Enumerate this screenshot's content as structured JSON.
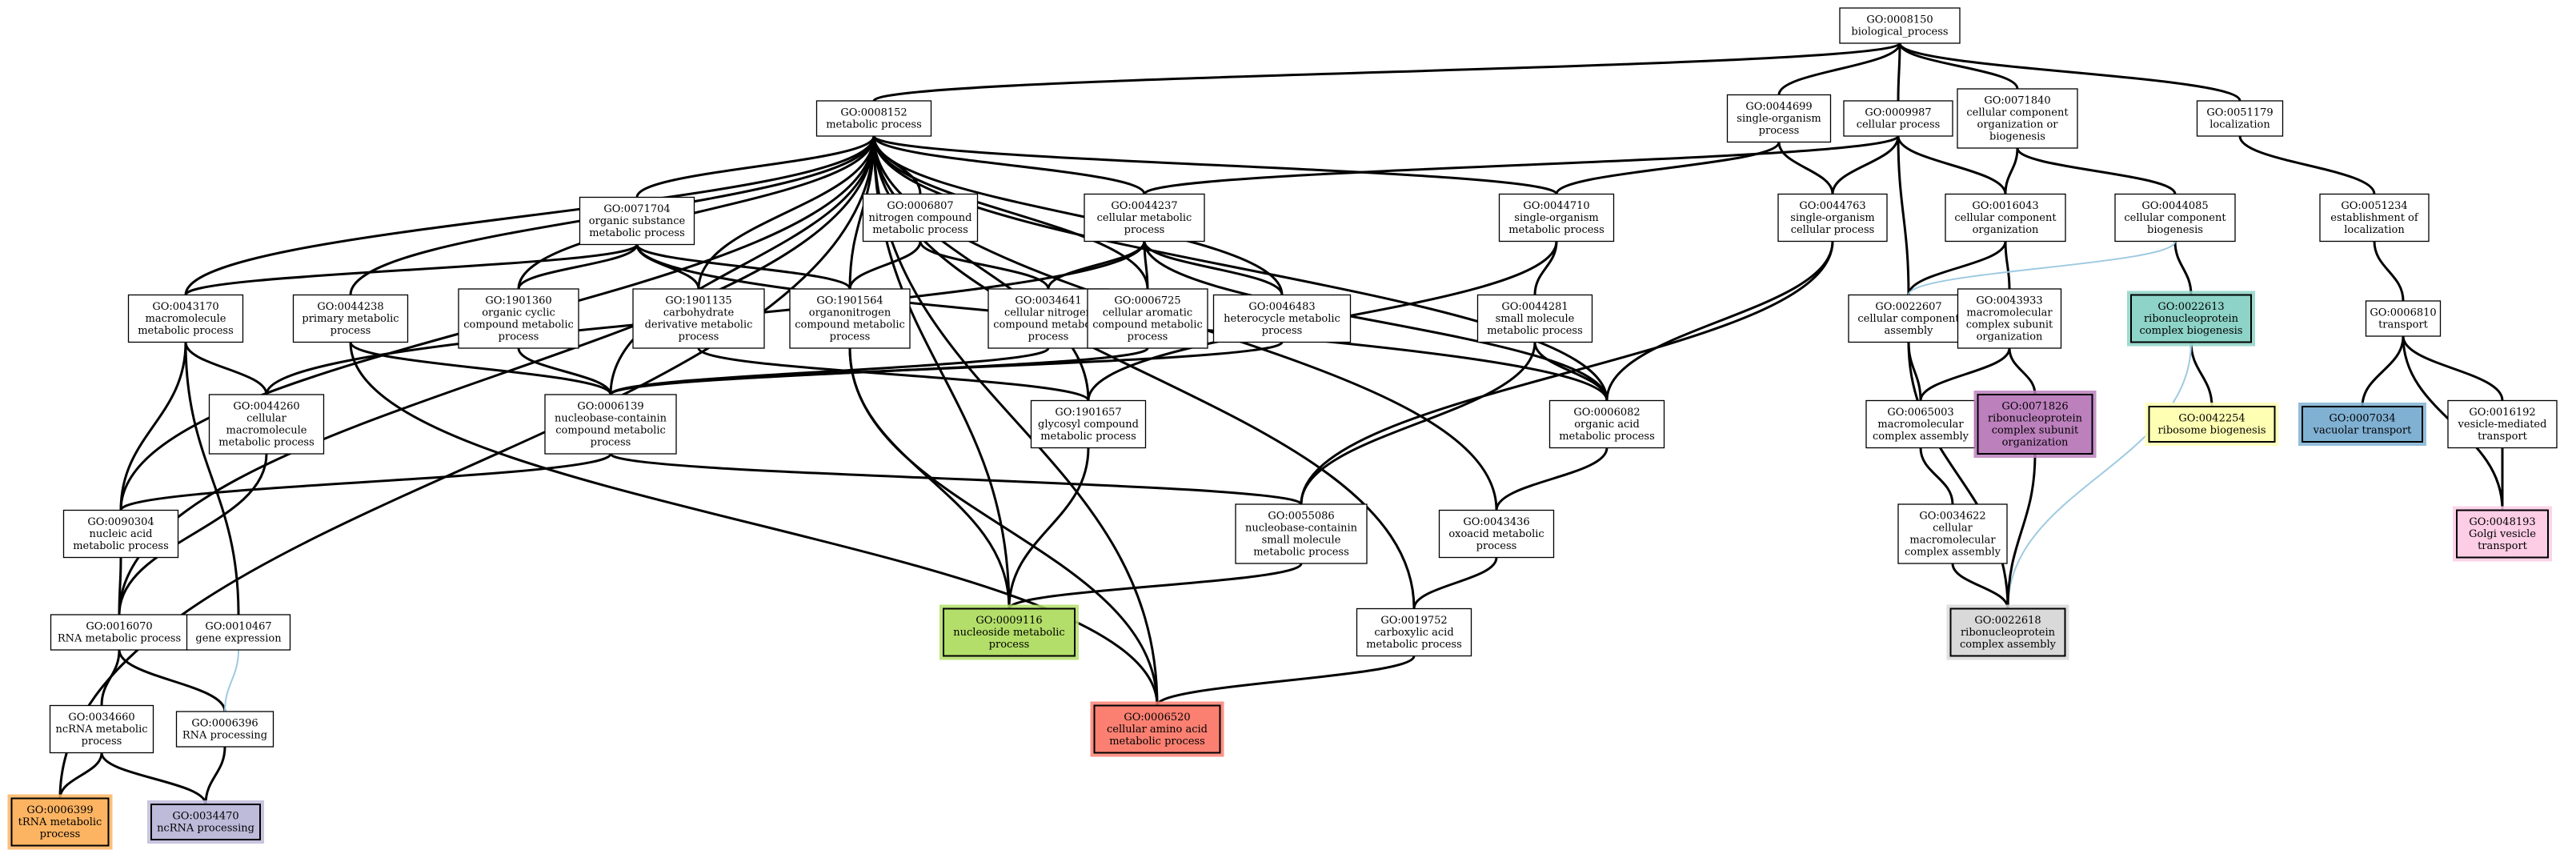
{
  "nodes": [
    {
      "id": "GO:0008150",
      "lines": [
        "GO:0008150",
        "biological_process"
      ]
    },
    {
      "id": "GO:0008152",
      "lines": [
        "GO:0008152",
        "metabolic process"
      ]
    },
    {
      "id": "GO:0044699",
      "lines": [
        "GO:0044699",
        "single-organism",
        "process"
      ]
    },
    {
      "id": "GO:0009987",
      "lines": [
        "GO:0009987",
        "cellular process"
      ]
    },
    {
      "id": "GO:0071840",
      "lines": [
        "GO:0071840",
        "cellular component",
        "organization or",
        "biogenesis"
      ]
    },
    {
      "id": "GO:0051179",
      "lines": [
        "GO:0051179",
        "localization"
      ]
    },
    {
      "id": "GO:0071704",
      "lines": [
        "GO:0071704",
        "organic substance",
        "metabolic process"
      ]
    },
    {
      "id": "GO:0006807",
      "lines": [
        "GO:0006807",
        "nitrogen compound",
        "metabolic process"
      ]
    },
    {
      "id": "GO:0044237",
      "lines": [
        "GO:0044237",
        "cellular metabolic",
        "process"
      ]
    },
    {
      "id": "GO:0044710",
      "lines": [
        "GO:0044710",
        "single-organism",
        "metabolic process"
      ]
    },
    {
      "id": "GO:0044763",
      "lines": [
        "GO:0044763",
        "single-organism",
        "cellular process"
      ]
    },
    {
      "id": "GO:0016043",
      "lines": [
        "GO:0016043",
        "cellular component",
        "organization"
      ]
    },
    {
      "id": "GO:0044085",
      "lines": [
        "GO:0044085",
        "cellular component",
        "biogenesis"
      ]
    },
    {
      "id": "GO:0051234",
      "lines": [
        "GO:0051234",
        "establishment of",
        "localization"
      ]
    },
    {
      "id": "GO:0043170",
      "lines": [
        "GO:0043170",
        "macromolecule",
        "metabolic process"
      ]
    },
    {
      "id": "GO:0044238",
      "lines": [
        "GO:0044238",
        "primary metabolic",
        "process"
      ]
    },
    {
      "id": "GO:1901360",
      "lines": [
        "GO:1901360",
        "organic cyclic",
        "compound metabolic",
        "process"
      ]
    },
    {
      "id": "GO:1901135",
      "lines": [
        "GO:1901135",
        "carbohydrate",
        "derivative metabolic",
        "process"
      ]
    },
    {
      "id": "GO:1901564",
      "lines": [
        "GO:1901564",
        "organonitrogen",
        "compound metabolic",
        "process"
      ]
    },
    {
      "id": "GO:0034641",
      "lines": [
        "GO:0034641",
        "cellular nitrogen",
        "compound metabolic",
        "process"
      ]
    },
    {
      "id": "GO:0006725",
      "lines": [
        "GO:0006725",
        "cellular aromatic",
        "compound metabolic",
        "process"
      ]
    },
    {
      "id": "GO:0046483",
      "lines": [
        "GO:0046483",
        "heterocycle metabolic",
        "process"
      ]
    },
    {
      "id": "GO:0044281",
      "lines": [
        "GO:0044281",
        "small molecule",
        "metabolic process"
      ]
    },
    {
      "id": "GO:0022607",
      "lines": [
        "GO:0022607",
        "cellular component",
        "assembly"
      ]
    },
    {
      "id": "GO:0043933",
      "lines": [
        "GO:0043933",
        "macromolecular",
        "complex subunit",
        "organization"
      ]
    },
    {
      "id": "GO:0022613",
      "lines": [
        "GO:0022613",
        "ribonucleoprotein",
        "complex biogenesis"
      ],
      "fill": "#8dd3c7",
      "thick": true
    },
    {
      "id": "GO:0006810",
      "lines": [
        "GO:0006810",
        "transport"
      ]
    },
    {
      "id": "GO:0044260",
      "lines": [
        "GO:0044260",
        "cellular",
        "macromolecule",
        "metabolic process"
      ]
    },
    {
      "id": "GO:0006139",
      "lines": [
        "GO:0006139",
        "nucleobase-containin",
        "compound metabolic",
        "process"
      ]
    },
    {
      "id": "GO:1901657",
      "lines": [
        "GO:1901657",
        "glycosyl compound",
        "metabolic process"
      ]
    },
    {
      "id": "GO:0006082",
      "lines": [
        "GO:0006082",
        "organic acid",
        "metabolic process"
      ]
    },
    {
      "id": "GO:0065003",
      "lines": [
        "GO:0065003",
        "macromolecular",
        "complex assembly"
      ]
    },
    {
      "id": "GO:0071826",
      "lines": [
        "GO:0071826",
        "ribonucleoprotein",
        "complex subunit",
        "organization"
      ],
      "fill": "#bc80bd",
      "thick": true
    },
    {
      "id": "GO:0042254",
      "lines": [
        "GO:0042254",
        "ribosome biogenesis"
      ],
      "fill": "#ffffb3",
      "thick": true
    },
    {
      "id": "GO:0007034",
      "lines": [
        "GO:0007034",
        "vacuolar transport"
      ],
      "fill": "#80b1d3",
      "thick": true
    },
    {
      "id": "GO:0016192",
      "lines": [
        "GO:0016192",
        "vesicle-mediated",
        "transport"
      ]
    },
    {
      "id": "GO:0090304",
      "lines": [
        "GO:0090304",
        "nucleic acid",
        "metabolic process"
      ]
    },
    {
      "id": "GO:0055086",
      "lines": [
        "GO:0055086",
        "nucleobase-containin",
        "small molecule",
        "metabolic process"
      ]
    },
    {
      "id": "GO:0043436",
      "lines": [
        "GO:0043436",
        "oxoacid metabolic",
        "process"
      ]
    },
    {
      "id": "GO:0034622",
      "lines": [
        "GO:0034622",
        "cellular",
        "macromolecular",
        "complex assembly"
      ]
    },
    {
      "id": "GO:0048193",
      "lines": [
        "GO:0048193",
        "Golgi vesicle",
        "transport"
      ],
      "fill": "#fccde5",
      "thick": true
    },
    {
      "id": "GO:0016070",
      "lines": [
        "GO:0016070",
        "RNA metabolic process"
      ]
    },
    {
      "id": "GO:0010467",
      "lines": [
        "GO:0010467",
        "gene expression"
      ]
    },
    {
      "id": "GO:0009116",
      "lines": [
        "GO:0009116",
        "nucleoside metabolic",
        "process"
      ],
      "fill": "#b3de69",
      "thick": true
    },
    {
      "id": "GO:0019752",
      "lines": [
        "GO:0019752",
        "carboxylic acid",
        "metabolic process"
      ]
    },
    {
      "id": "GO:0022618",
      "lines": [
        "GO:0022618",
        "ribonucleoprotein",
        "complex assembly"
      ],
      "fill": "#d9d9d9",
      "thick": true
    },
    {
      "id": "GO:0034660",
      "lines": [
        "GO:0034660",
        "ncRNA metabolic",
        "process"
      ]
    },
    {
      "id": "GO:0006396",
      "lines": [
        "GO:0006396",
        "RNA processing"
      ]
    },
    {
      "id": "GO:0006520",
      "lines": [
        "GO:0006520",
        "cellular amino acid",
        "metabolic process"
      ],
      "fill": "#fb8072",
      "thick": true
    },
    {
      "id": "GO:0006399",
      "lines": [
        "GO:0006399",
        "tRNA metabolic",
        "process"
      ],
      "fill": "#fdb462",
      "thick": true
    },
    {
      "id": "GO:0034470",
      "lines": [
        "GO:0034470",
        "ncRNA processing"
      ],
      "fill": "#bebada",
      "thick": true
    }
  ],
  "edges": [
    [
      "GO:0008150",
      "GO:0008152"
    ],
    [
      "GO:0008150",
      "GO:0044699"
    ],
    [
      "GO:0008150",
      "GO:0009987"
    ],
    [
      "GO:0008150",
      "GO:0071840"
    ],
    [
      "GO:0008150",
      "GO:0051179"
    ],
    [
      "GO:0008152",
      "GO:0071704"
    ],
    [
      "GO:0008152",
      "GO:0006807"
    ],
    [
      "GO:0008152",
      "GO:0044237"
    ],
    [
      "GO:0008152",
      "GO:0044710"
    ],
    [
      "GO:0008152",
      "GO:0043170"
    ],
    [
      "GO:0008152",
      "GO:0044238"
    ],
    [
      "GO:0008152",
      "GO:1901360"
    ],
    [
      "GO:0008152",
      "GO:1901135"
    ],
    [
      "GO:0008152",
      "GO:1901564"
    ],
    [
      "GO:0008152",
      "GO:0006725"
    ],
    [
      "GO:0008152",
      "GO:0046483"
    ],
    [
      "GO:0008152",
      "GO:0006139"
    ],
    [
      "GO:0008152",
      "GO:1901657"
    ],
    [
      "GO:0008152",
      "GO:0006082"
    ],
    [
      "GO:0008152",
      "GO:0090304"
    ],
    [
      "GO:0008152",
      "GO:0043436"
    ],
    [
      "GO:0008152",
      "GO:0016070"
    ],
    [
      "GO:0008152",
      "GO:0009116"
    ],
    [
      "GO:0008152",
      "GO:0019752"
    ],
    [
      "GO:0008152",
      "GO:0006520"
    ],
    [
      "GO:0008152",
      "GO:0006399"
    ],
    [
      "GO:0044699",
      "GO:0044710"
    ],
    [
      "GO:0044699",
      "GO:0044763"
    ],
    [
      "GO:0009987",
      "GO:0044237"
    ],
    [
      "GO:0009987",
      "GO:0044763"
    ],
    [
      "GO:0009987",
      "GO:0016043"
    ],
    [
      "GO:0009987",
      "GO:0022607"
    ],
    [
      "GO:0071840",
      "GO:0016043"
    ],
    [
      "GO:0071840",
      "GO:0044085"
    ],
    [
      "GO:0051179",
      "GO:0051234"
    ],
    [
      "GO:0051234",
      "GO:0006810"
    ],
    [
      "GO:0071704",
      "GO:0043170"
    ],
    [
      "GO:0071704",
      "GO:1901360"
    ],
    [
      "GO:0071704",
      "GO:1901135"
    ],
    [
      "GO:0071704",
      "GO:1901564"
    ],
    [
      "GO:0071704",
      "GO:0006082"
    ],
    [
      "GO:0006807",
      "GO:1901564"
    ],
    [
      "GO:0006807",
      "GO:0034641"
    ],
    [
      "GO:0044237",
      "GO:0034641"
    ],
    [
      "GO:0044237",
      "GO:0006725"
    ],
    [
      "GO:0044237",
      "GO:0046483"
    ],
    [
      "GO:0044237",
      "GO:0044260"
    ],
    [
      "GO:0044237",
      "GO:0006082"
    ],
    [
      "GO:0044710",
      "GO:0044281"
    ],
    [
      "GO:0044710",
      "GO:1901657"
    ],
    [
      "GO:0044763",
      "GO:0006082"
    ],
    [
      "GO:0044763",
      "GO:0055086"
    ],
    [
      "GO:0016043",
      "GO:0022607"
    ],
    [
      "GO:0016043",
      "GO:0043933"
    ],
    [
      "GO:0044085",
      "GO:0022613"
    ],
    [
      "GO:0044085",
      "GO:0022607",
      "light"
    ],
    [
      "GO:0043170",
      "GO:0044260"
    ],
    [
      "GO:0043170",
      "GO:0090304"
    ],
    [
      "GO:0043170",
      "GO:0010467"
    ],
    [
      "GO:0044238",
      "GO:0006139"
    ],
    [
      "GO:0044238",
      "GO:0006520"
    ],
    [
      "GO:1901360",
      "GO:0006139"
    ],
    [
      "GO:1901135",
      "GO:1901657"
    ],
    [
      "GO:1901564",
      "GO:0009116"
    ],
    [
      "GO:1901564",
      "GO:0006520"
    ],
    [
      "GO:0034641",
      "GO:0006139"
    ],
    [
      "GO:0006725",
      "GO:0006139"
    ],
    [
      "GO:0046483",
      "GO:0006139"
    ],
    [
      "GO:0044281",
      "GO:0006082"
    ],
    [
      "GO:0044281",
      "GO:0055086"
    ],
    [
      "GO:0022607",
      "GO:0065003"
    ],
    [
      "GO:0022607",
      "GO:0022618"
    ],
    [
      "GO:0043933",
      "GO:0065003"
    ],
    [
      "GO:0043933",
      "GO:0071826"
    ],
    [
      "GO:0022613",
      "GO:0042254"
    ],
    [
      "GO:0022613",
      "GO:0022618",
      "light"
    ],
    [
      "GO:0006810",
      "GO:0007034"
    ],
    [
      "GO:0006810",
      "GO:0016192"
    ],
    [
      "GO:0006810",
      "GO:0048193"
    ],
    [
      "GO:0044260",
      "GO:0016070"
    ],
    [
      "GO:0006139",
      "GO:0090304"
    ],
    [
      "GO:0006139",
      "GO:0055086"
    ],
    [
      "GO:1901657",
      "GO:0009116"
    ],
    [
      "GO:0006082",
      "GO:0043436"
    ],
    [
      "GO:0065003",
      "GO:0034622"
    ],
    [
      "GO:0071826",
      "GO:0022618"
    ],
    [
      "GO:0016192",
      "GO:0048193"
    ],
    [
      "GO:0090304",
      "GO:0016070"
    ],
    [
      "GO:0055086",
      "GO:0009116"
    ],
    [
      "GO:0043436",
      "GO:0019752"
    ],
    [
      "GO:0034622",
      "GO:0022618"
    ],
    [
      "GO:0016070",
      "GO:0034660"
    ],
    [
      "GO:0016070",
      "GO:0006396"
    ],
    [
      "GO:0010467",
      "GO:0006396",
      "light"
    ],
    [
      "GO:0019752",
      "GO:0006520"
    ],
    [
      "GO:0034660",
      "GO:0006399"
    ],
    [
      "GO:0034660",
      "GO:0034470"
    ],
    [
      "GO:0006396",
      "GO:0034470"
    ]
  ]
}
